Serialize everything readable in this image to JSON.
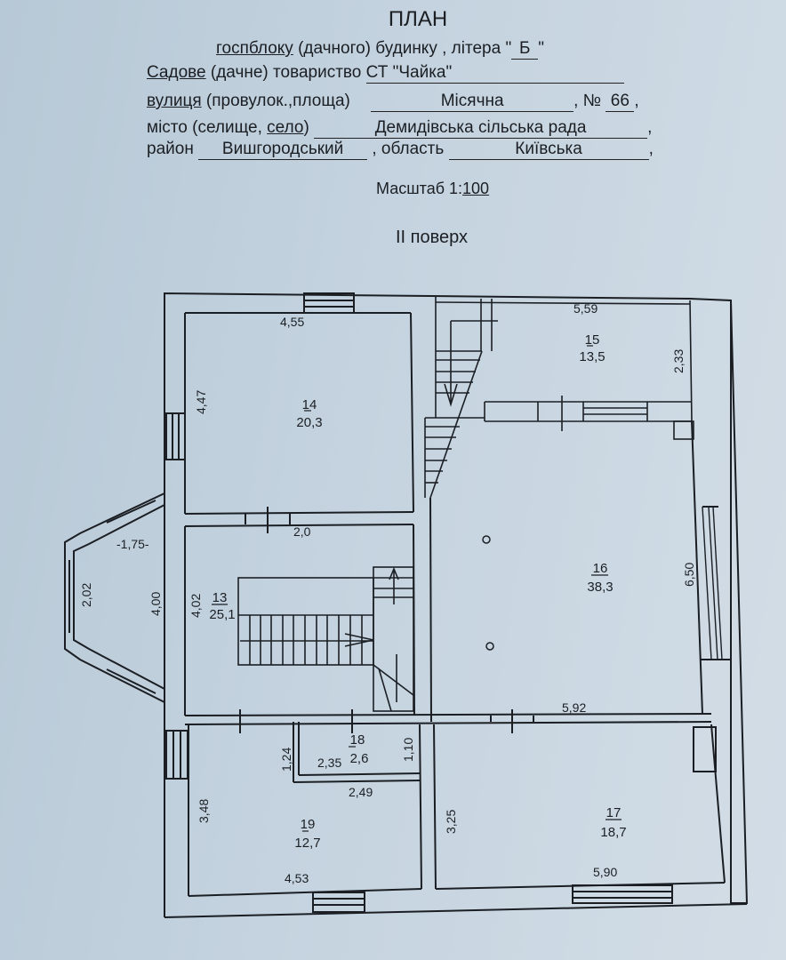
{
  "header": {
    "title": "ПЛАН",
    "subtitle_prefix": "госпблоку",
    "subtitle_mid": "(дачного) будинку , літера",
    "litera_open": "\"",
    "litera": "Б",
    "litera_close": "\"",
    "society_label_u": "Садове",
    "society_label": "(дачне) товариство",
    "society_value": "СТ \"Чайка\"",
    "street_label_u": "вулиця",
    "street_label": "(провулок.,площа)",
    "street_value": "Місячна",
    "number_label": ", №",
    "number_value": "66",
    "city_label_a": "місто (селище,",
    "city_label_u": "село",
    "city_label_b": ")",
    "city_value": "Демидівська  сільська рада",
    "district_label": "район",
    "district_value": "Вишгородський",
    "region_label": ", область",
    "region_value": "Київська",
    "comma": ",",
    "scale_label": "Масштаб 1:",
    "scale_value": "100",
    "floor": "II поверх"
  },
  "rooms": [
    {
      "number": "14",
      "area": "20,3"
    },
    {
      "number": "15",
      "area": "13,5"
    },
    {
      "number": "13",
      "area": "25,1"
    },
    {
      "number": "16",
      "area": "38,3"
    },
    {
      "number": "18",
      "area": "2,6"
    },
    {
      "number": "19",
      "area": "12,7"
    },
    {
      "number": "17",
      "area": "18,7"
    }
  ],
  "dimensions": {
    "r14_width": "4,55",
    "r14_height": "4,47",
    "r15_width": "5,59",
    "r15_height": "2,33",
    "corridor_width": "2,0",
    "bay_depth": "-1,75-",
    "bay_width": "2,02",
    "bay_opening": "4,00",
    "r13_height": "4,02",
    "r16_height": "6,50",
    "r16_width": "5,92",
    "r18_height_left": "1,24",
    "r18_width": "2,35",
    "r18_height_right": "1,10",
    "r19_top": "2,49",
    "r19_height": "3,48",
    "r19_width": "4,53",
    "r17_height": "3,25",
    "r17_width": "5,90"
  },
  "colors": {
    "line": "#1b1f24",
    "paper": "#c4d3df"
  }
}
